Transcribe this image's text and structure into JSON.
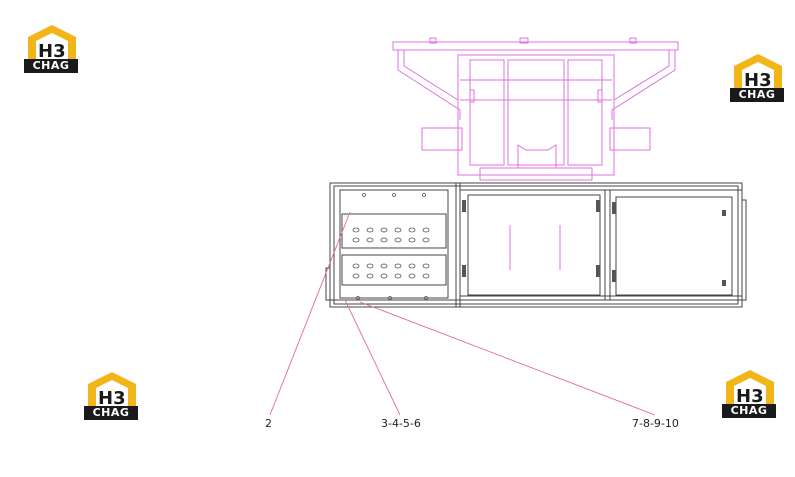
{
  "logos": {
    "brand_text": "CHAG",
    "mark_text": "H3",
    "colors": {
      "roof": "#f2b519",
      "letter": "#1a1a1a",
      "band": "#1a1a1a"
    }
  },
  "callouts": {
    "c1": "2",
    "c2": "3-4-5-6",
    "c3": "7-8-9-10"
  },
  "colors": {
    "ghost_outline": "#e070e0",
    "drawing_line": "#444444",
    "leader_line": "#e07080"
  }
}
